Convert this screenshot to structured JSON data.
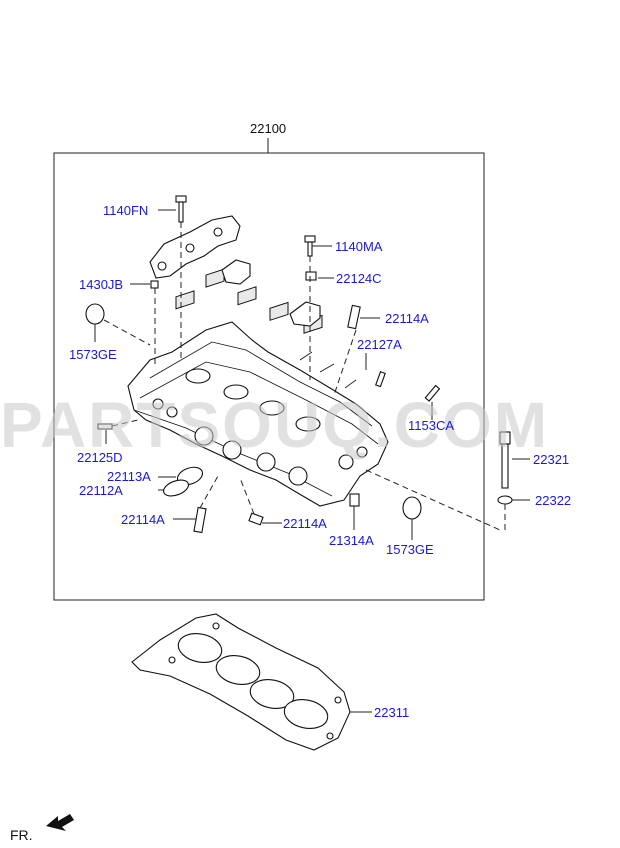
{
  "diagram": {
    "assembly_label": "22100",
    "watermark": "PARTSOUQ.COM",
    "orientation_label": "FR.",
    "part_labels": {
      "bolt_cap": "1140FN",
      "bolt_top": "1140MA",
      "dowel_cap": "1430JB",
      "seal_cap": "22124C",
      "plug_left": "1573GE",
      "tube_top": "22114A",
      "stud_a": "22127A",
      "pin_left": "22125D",
      "stud_right": "1153CA",
      "gasket_ring_a": "22113A",
      "gasket_ring_b": "22112A",
      "tube_left": "22114A",
      "tube_mid": "22114A",
      "plug_small": "21314A",
      "plug_right": "1573GE",
      "head_bolt": "22321",
      "washer": "22322",
      "head_gasket": "22311"
    }
  }
}
